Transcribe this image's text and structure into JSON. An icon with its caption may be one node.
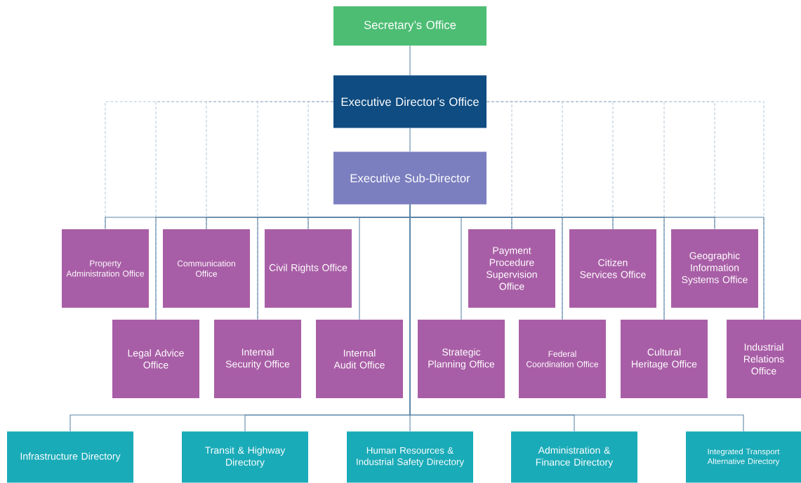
{
  "diagram": {
    "nodes": [
      {
        "text": [
          "Secretary’s Office"
        ]
      },
      {
        "text": [
          "Executive Director’s Office"
        ]
      },
      {
        "text": [
          "Executive Sub-Director"
        ]
      },
      {
        "text": [
          "Property Administration Office"
        ]
      },
      {
        "text": [
          "Communication Office"
        ]
      },
      {
        "text": [
          "Civil Rights Office"
        ]
      },
      {
        "text": [
          "Payment Procedure Supervision Office"
        ]
      },
      {
        "text": [
          "Citizen Services Office"
        ]
      },
      {
        "text": [
          "Geographic Information Systems Office"
        ]
      },
      {
        "text": [
          "Legal Advice Office"
        ]
      },
      {
        "text": [
          "Internal Security Office"
        ]
      },
      {
        "text": [
          "Internal Audit Office"
        ]
      },
      {
        "text": [
          "Strategic Planning Office"
        ]
      },
      {
        "text": [
          "Federal Coordination Office"
        ]
      },
      {
        "text": [
          "Cultural Heritage Office"
        ]
      },
      {
        "text": [
          "Industrial Relations Office"
        ]
      },
      {
        "text": [
          "Infrastructure Directory"
        ]
      },
      {
        "text": [
          "Transit & Highway Directory"
        ]
      },
      {
        "text": [
          "Human Resources & Industrial Safety Directory"
        ]
      },
      {
        "text": [
          "Administration & Finance Directory"
        ]
      },
      {
        "text": [
          "Integrated Transport Alternative Directory"
        ]
      }
    ],
    "edges": [
      {
        "from": 0,
        "to": 1,
        "arrow": "none"
      },
      {
        "from": 1,
        "to": 2,
        "arrow": "none"
      },
      {
        "from": 1,
        "to": 3,
        "arrow": "none",
        "style": "dashed",
        "color": "#b8c8d8"
      },
      {
        "from": 1,
        "to": 9,
        "arrow": "none",
        "style": "dashed",
        "color": "#b8c8d8"
      },
      {
        "from": 1,
        "to": 4,
        "arrow": "none",
        "style": "dashed",
        "color": "#b8c8d8"
      },
      {
        "from": 1,
        "to": 10,
        "arrow": "none",
        "style": "dashed",
        "color": "#b8c8d8"
      },
      {
        "from": 1,
        "to": 5,
        "arrow": "none",
        "style": "dashed",
        "color": "#b8c8d8"
      },
      {
        "from": 1,
        "to": 6,
        "arrow": "none",
        "style": "dashed",
        "color": "#b8c8d8"
      },
      {
        "from": 1,
        "to": 13,
        "arrow": "none",
        "style": "dashed",
        "color": "#b8c8d8"
      },
      {
        "from": 1,
        "to": 7,
        "arrow": "none",
        "style": "dashed",
        "color": "#b8c8d8"
      },
      {
        "from": 1,
        "to": 14,
        "arrow": "none",
        "style": "dashed",
        "color": "#b8c8d8"
      },
      {
        "from": 1,
        "to": 8,
        "arrow": "none",
        "style": "dashed",
        "color": "#b8c8d8"
      },
      {
        "from": 1,
        "to": 15,
        "arrow": "none",
        "style": "dashed",
        "color": "#b8c8d8"
      },
      {
        "from": 2,
        "to": 3,
        "arrow": "none"
      },
      {
        "from": 2,
        "to": 9,
        "arrow": "none"
      },
      {
        "from": 2,
        "to": 4,
        "arrow": "none"
      },
      {
        "from": 2,
        "to": 10,
        "arrow": "none"
      },
      {
        "from": 2,
        "to": 5,
        "arrow": "none"
      },
      {
        "from": 2,
        "to": 11,
        "arrow": "none"
      },
      {
        "from": 2,
        "to": 12,
        "arrow": "none"
      },
      {
        "from": 2,
        "to": 6,
        "arrow": "none"
      },
      {
        "from": 2,
        "to": 13,
        "arrow": "none"
      },
      {
        "from": 2,
        "to": 7,
        "arrow": "none"
      },
      {
        "from": 2,
        "to": 14,
        "arrow": "none"
      },
      {
        "from": 2,
        "to": 8,
        "arrow": "none"
      },
      {
        "from": 2,
        "to": 15,
        "arrow": "none"
      },
      {
        "from": 2,
        "to": 16,
        "arrow": "none"
      },
      {
        "from": 2,
        "to": 17,
        "arrow": "none"
      },
      {
        "from": 2,
        "to": 18,
        "arrow": "none"
      },
      {
        "from": 2,
        "to": 19,
        "arrow": "none"
      },
      {
        "from": 2,
        "to": 20,
        "arrow": "none"
      }
    ]
  }
}
